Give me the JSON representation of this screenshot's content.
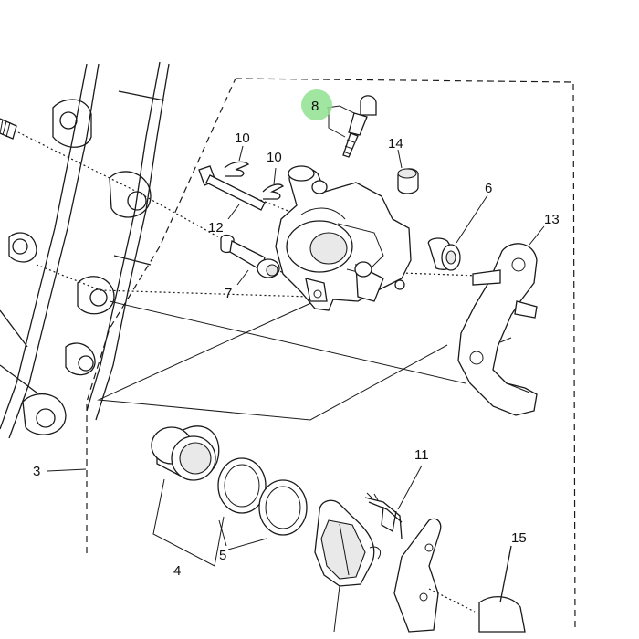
{
  "labels": {
    "p3": "3",
    "p4": "4",
    "p5": "5",
    "p6": "6",
    "p7": "7",
    "p8": "8",
    "p10a": "10",
    "p10b": "10",
    "p11": "11",
    "p12": "12",
    "p13": "13",
    "p14": "14",
    "p15": "15"
  },
  "colors": {
    "highlight": "#8fe08f",
    "line": "#1a1a1a",
    "background": "#ffffff"
  }
}
